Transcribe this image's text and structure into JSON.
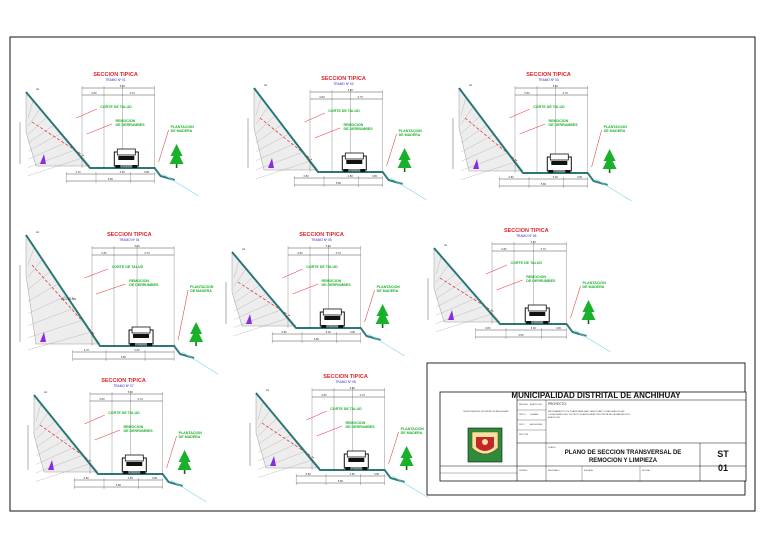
{
  "sections": [
    {
      "title": "SECCION TIPICA",
      "tramo": "TRAMO Nº 01",
      "talud": "CORTE DE TALUD",
      "limpieza": "REMOCION\nDE DERRUMBES",
      "plantacion": "PLANTACION\nDE MADERA",
      "dims": [
        "5.80",
        "0.80",
        "0.70",
        "4.70",
        "0.50",
        "0.80"
      ],
      "slope_label": "",
      "angle_label": "Hc"
    },
    {
      "title": "SECCION TIPICA",
      "tramo": "TRAMO Nº 02",
      "talud": "CORTE DE TALUD",
      "limpieza": "REMOCION\nDE DERRUMBES",
      "plantacion": "PLANTACION\nDE MADERA",
      "dims": [
        "5.80",
        "0.80",
        "0.70",
        "0.80",
        "4.80",
        "0.80"
      ],
      "slope_label": "",
      "angle_label": "Hc"
    },
    {
      "title": "SECCION TIPICA",
      "tramo": "TRAMO Nº 03",
      "talud": "CORTE DE TALUD",
      "limpieza": "REMOCION\nDE DERRUMBES",
      "plantacion": "PLANTACION\nDE MADERA",
      "dims": [
        "5.80",
        "0.80",
        "0.70",
        "0.80",
        "5.00",
        "0.80"
      ],
      "slope_label": "",
      "angle_label": "Hc"
    },
    {
      "title": "SECCION TIPICA",
      "tramo": "TRAMO Nº 04",
      "talud": "CORTE DE TALUD",
      "limpieza": "REMOCION\nDE DERRUMBES",
      "plantacion": "PLANTACION\nDE MADERA",
      "dims": [
        "5.80",
        "0.80",
        "0.70",
        "4.70",
        "0.80"
      ],
      "slope_label": "AC=15.5m",
      "angle_label": "Hc"
    },
    {
      "title": "SECCION TIPICA",
      "tramo": "TRAMO Nº 05",
      "talud": "CORTE DE TALUD",
      "limpieza": "REMOCION\nDE DERRUMBES",
      "plantacion": "PLANTACION\nDE MADERA",
      "dims": [
        "5.80",
        "0.80",
        "0.70",
        "0.80",
        "5.00",
        "0.80"
      ],
      "slope_label": "",
      "angle_label": "Hc"
    },
    {
      "title": "SECCION TIPICA",
      "tramo": "TRAMO Nº 06",
      "talud": "CORTE DE TALUD",
      "limpieza": "REMOCION\nDE DERRUMBES",
      "plantacion": "PLANTACION\nDE MADERA",
      "dims": [
        "5.80",
        "0.80",
        "0.70",
        "0.80",
        "5.00",
        "0.80"
      ],
      "slope_label": "",
      "angle_label": "Hc"
    },
    {
      "title": "SECCION TIPICA",
      "tramo": "TRAMO Nº 07",
      "talud": "CORTE DE TALUD",
      "limpieza": "REMOCION\nDE DERRUMBES",
      "plantacion": "PLANTACION\nDE MADERA",
      "dims": [
        "5.80",
        "0.80",
        "0.70",
        "0.80",
        "4.80",
        "0.80"
      ],
      "slope_label": "",
      "angle_label": "Hc"
    },
    {
      "title": "SECCION TIPICA",
      "tramo": "TRAMO Nº 08",
      "talud": "CORTE DE TALUD",
      "limpieza": "REMOCION\nDE DERRUMBES",
      "plantacion": "PLANTACION\nDE MADERA",
      "dims": [
        "5.80",
        "0.80",
        "0.70",
        "0.80",
        "4.80",
        "0.80"
      ],
      "slope_label": "",
      "angle_label": "Hc"
    }
  ],
  "title_block": {
    "entity": "MUNICIPALIDAD DISTRITAL DE ANCHIHUAY",
    "logo_caption": "MUNICIPALIDAD DISTRITAL DE ANCHIHUAY",
    "proyecto_label": "PROYECTO:",
    "proyecto_text": "MEJORAMIENTO DE TRANSITABILIDAD VEHICULAR Y PEATONAL EN LAS LOCALIDADES DEL DISTRITO DE ANCHIHUAY PROVINCIA DE LA MAR REGION AYACUCHO",
    "region_label": "REGION:",
    "region_value": "AYACUCHO",
    "prov_label": "PROV.:",
    "prov_value": "LA MAR",
    "dist_label": "DIST.:",
    "dist_value": "ANCHIHUAY",
    "sector_label": "SECTOR:",
    "plano_label": "PLANO:",
    "plano_text": [
      "PLANO DE SECCION TRANSVERSAL DE",
      "REMOCION Y LIMPIEZA"
    ],
    "sheet_code": "ST",
    "sheet_number": "01",
    "footer_labels": [
      "DISEÑO:",
      "REVISADO:",
      "ESCALA:",
      "FECHA:"
    ]
  },
  "colors": {
    "border": "#111111",
    "slope_fill": "#9a9a9a",
    "road": "#2f7f7f",
    "title_red": "#e0242a",
    "label_green": "#19b02a",
    "tramo_blue": "#2a2ad0",
    "logo_green": "#2e8b3a",
    "marker_purple": "#8a2be2"
  }
}
